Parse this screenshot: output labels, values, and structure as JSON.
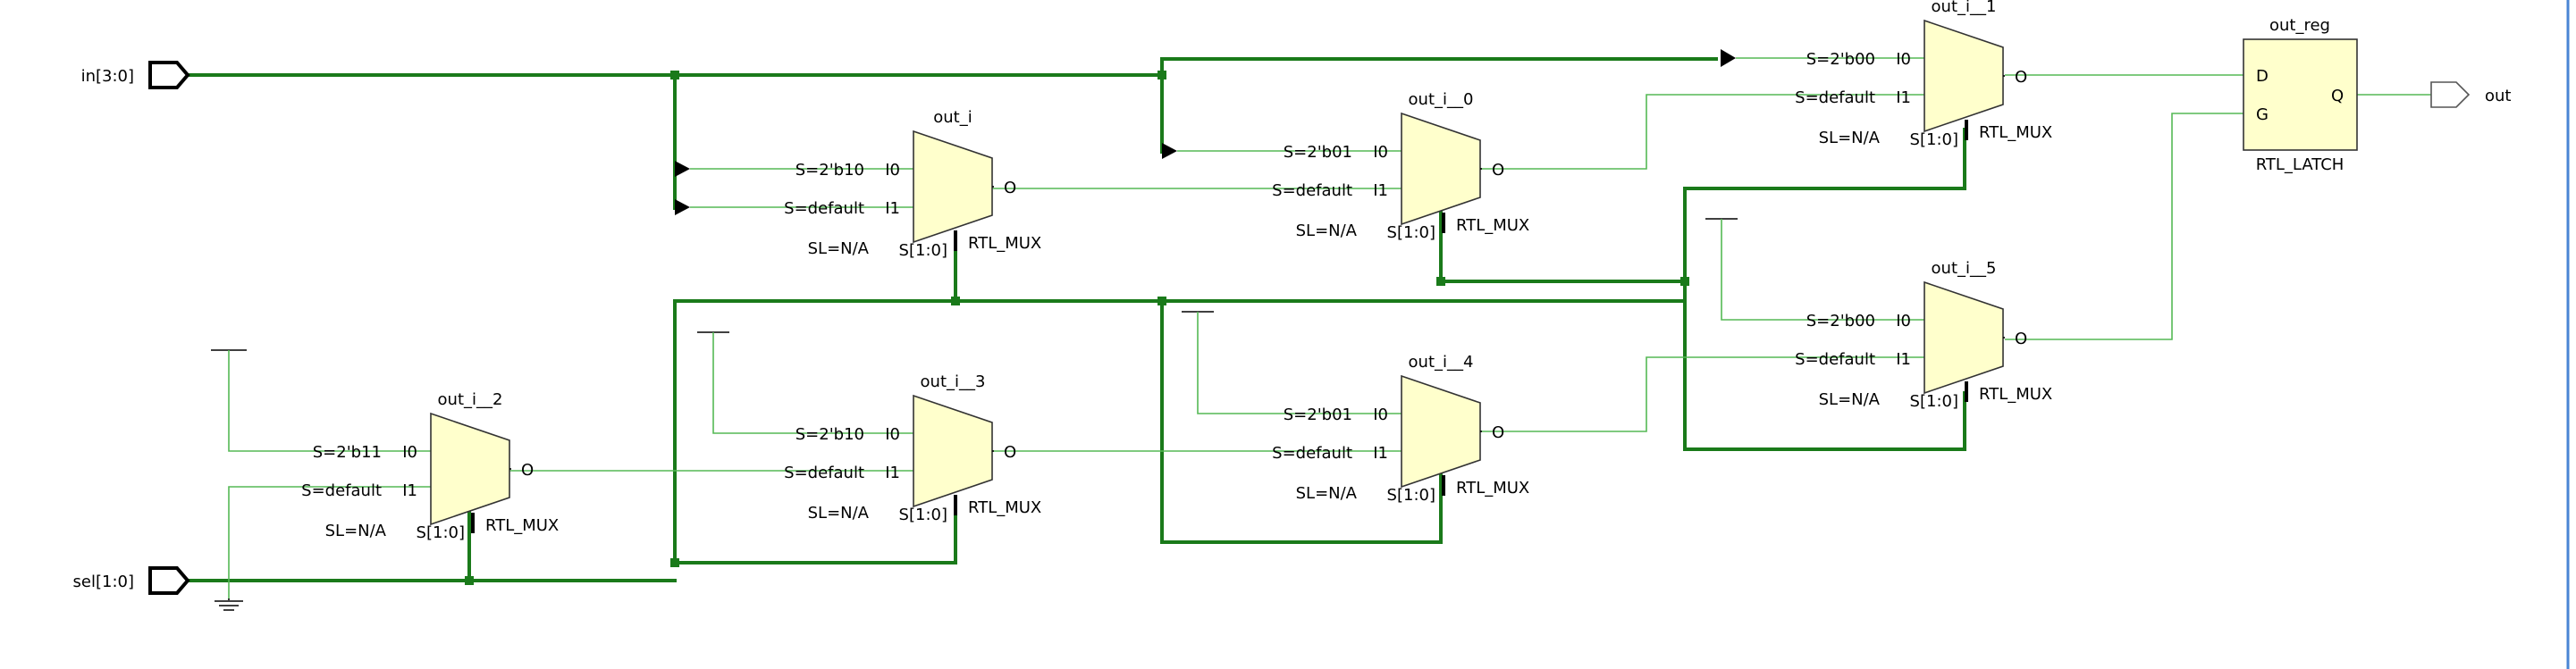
{
  "ports": {
    "in": "in[3:0]",
    "sel": "sel[1:0]",
    "out": "out"
  },
  "muxes": [
    {
      "id": "out_i",
      "name": "out_i",
      "type": "RTL_MUX",
      "i0": "I0",
      "i1": "I1",
      "o": "O",
      "sel": "S[1:0]",
      "s0": "S=2'b10",
      "s1": "S=default",
      "sl": "SL=N/A"
    },
    {
      "id": "out_i__0",
      "name": "out_i__0",
      "type": "RTL_MUX",
      "i0": "I0",
      "i1": "I1",
      "o": "O",
      "sel": "S[1:0]",
      "s0": "S=2'b01",
      "s1": "S=default",
      "sl": "SL=N/A"
    },
    {
      "id": "out_i__1",
      "name": "out_i__1",
      "type": "RTL_MUX",
      "i0": "I0",
      "i1": "I1",
      "o": "O",
      "sel": "S[1:0]",
      "s0": "S=2'b00",
      "s1": "S=default",
      "sl": "SL=N/A"
    },
    {
      "id": "out_i__2",
      "name": "out_i__2",
      "type": "RTL_MUX",
      "i0": "I0",
      "i1": "I1",
      "o": "O",
      "sel": "S[1:0]",
      "s0": "S=2'b11",
      "s1": "S=default",
      "sl": "SL=N/A"
    },
    {
      "id": "out_i__3",
      "name": "out_i__3",
      "type": "RTL_MUX",
      "i0": "I0",
      "i1": "I1",
      "o": "O",
      "sel": "S[1:0]",
      "s0": "S=2'b10",
      "s1": "S=default",
      "sl": "SL=N/A"
    },
    {
      "id": "out_i__4",
      "name": "out_i__4",
      "type": "RTL_MUX",
      "i0": "I0",
      "i1": "I1",
      "o": "O",
      "sel": "S[1:0]",
      "s0": "S=2'b01",
      "s1": "S=default",
      "sl": "SL=N/A"
    },
    {
      "id": "out_i__5",
      "name": "out_i__5",
      "type": "RTL_MUX",
      "i0": "I0",
      "i1": "I1",
      "o": "O",
      "sel": "S[1:0]",
      "s0": "S=2'b00",
      "s1": "S=default",
      "sl": "SL=N/A"
    }
  ],
  "latch": {
    "name": "out_reg",
    "type": "RTL_LATCH",
    "d": "D",
    "g": "G",
    "q": "Q"
  },
  "colors": {
    "bus": "#1a7a1a",
    "net": "#55b955",
    "cell_fill": "#ffffcc",
    "frame": "#4a86d4"
  }
}
